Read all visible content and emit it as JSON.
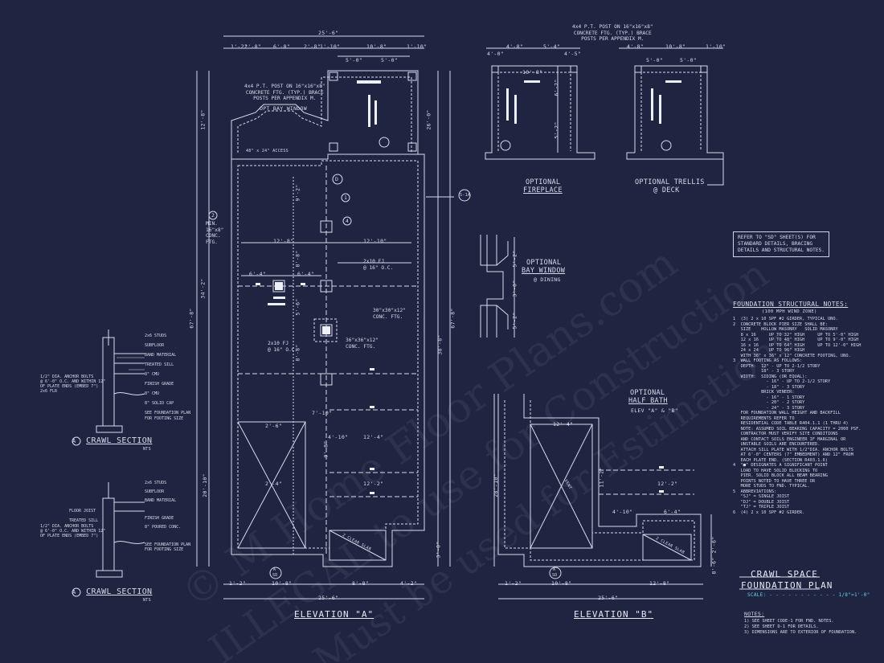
{
  "watermark": {
    "line1": "© M Home Floor Plans.com",
    "line2": "ILLEGAL to use for Construction",
    "line3": "Must be used for Estimations"
  },
  "views": {
    "elevation_a": "ELEVATION \"A\"",
    "elevation_b": "ELEVATION \"B\"",
    "optional_fireplace": [
      "OPTIONAL",
      "FIREPLACE"
    ],
    "optional_trellis": [
      "OPTIONAL TRELLIS",
      "@ DECK"
    ],
    "optional_bay": [
      "OPTIONAL",
      "BAY WINDOW",
      "@ DINING"
    ],
    "optional_half_bath": [
      "OPTIONAL",
      "HALF BATH",
      "ELEV \"A\" & \"B\""
    ],
    "opt_bay_window": "OPT BAY WINDOW"
  },
  "crawl_sections": [
    {
      "title": "CRAWL SECTION",
      "tag": "A",
      "nts": "NTS",
      "labels": [
        "2x6 STUDS",
        "SUBFLOOR",
        "BAND MATERIAL",
        "TREATED SILL",
        "8\" CMU",
        "FINISH GRADE",
        "8\" CMU",
        "8\" SOLID CAP",
        "SEE FOUNDATION PLAN",
        "FOR FOOTING SIZE",
        "1/2\" DIA. ANCHOR BOLTS",
        "@ 6'-0\" O.C. AND WITHIN 12\"",
        "OF PLATE ENDS (EMBED 7\")",
        "2x6 FLR"
      ]
    },
    {
      "title": "CRAWL SECTION",
      "tag": "A",
      "nts": "NTS",
      "labels": [
        "2x6 STUDS",
        "SUBFLOOR",
        "FLOOR JOIST",
        "BAND MATERIAL",
        "TREATED SILL",
        "FINISH GRADE",
        "8\" POURED CONC.",
        "SEE FOUNDATION PLAN",
        "FOR FOOTING SIZE",
        "1/2\" DIA. ANCHOR BOLTS",
        "@ 6'-0\" O.C. AND WITHIN 12\"",
        "OF PLATE ENDS (EMBED 7\")"
      ]
    }
  ],
  "dimensions": {
    "top_overall": "25'-6\"",
    "top_segments": [
      "1'-2\"",
      "2'-8\"",
      "6'-8\"",
      "2'-8\"",
      "1'-10\"",
      "10'-8\"",
      "1'-10\""
    ],
    "porch_segments": [
      "5'-0\"",
      "5'-0\""
    ],
    "left_overall": "67'-8\"",
    "left_segments": [
      "12'-8\"",
      "34'-2\"",
      "20'-10\""
    ],
    "right_overall": "67'-8\"",
    "right_segments": [
      "26'-0\"",
      "38'-8\"",
      "3'-0\""
    ],
    "interior": [
      "12'-8\"",
      "12'-10\"",
      "6'-4\"",
      "6'-4\"",
      "8'-8\"",
      "8'-8\"",
      "5'-6\"",
      "9'-2\"",
      "9'-8\"",
      "2'-4\"",
      "12'-4\"",
      "12'-2\"",
      "4'-10\"",
      "2'-6\"",
      "7'-10\""
    ],
    "bottom_segments_a": [
      "1'-2\"",
      "10'-8\"",
      "8'-8\"",
      "4'-2\""
    ],
    "bottom_overall_a": "25'-6\"",
    "bottom_segments_b": [
      "1'-2\"",
      "10'-8\"",
      "12'-8\""
    ],
    "bottom_overall_b": "25'-6\"",
    "fireplace": [
      "4'-8\"",
      "5'-4\"",
      "4'-0\"",
      "4'-5\"",
      "10'-8\"",
      "6'-2\"",
      "5'-2\""
    ],
    "trellis": [
      "4'-8\"",
      "10'-8\"",
      "1'-10\"",
      "5'-0\"",
      "5'-0\""
    ],
    "bay": [
      "5'-2\"",
      "3'-0\"",
      "5'-2\""
    ],
    "half_bath": [
      "12'-4\"",
      "4'-10\"",
      "6'-4\"",
      "12'-2\"",
      "2'-6\"",
      "8'-6\"",
      "28'-10\"",
      "11'-2\""
    ]
  },
  "plan_notes": {
    "post_note": [
      "4x4 P.T. POST ON 16\"x16\"x8\"",
      "CONCRETE FTG. (TYP.) BRACE",
      "POSTS PER APPENDIX M."
    ],
    "post_note_b": [
      "4x4 P.T. POST ON 16\"x16\"x8\"",
      "CONCRETE FTG. (TYP.) BRACE",
      "POSTS PER APPENDIX M."
    ],
    "min_ftg": [
      "MIN.",
      "16\"x8\"",
      "CONC.",
      "FTG."
    ],
    "access": "48\" x 24\" ACCESS",
    "pier_1": [
      "36\"x36\"x12\"",
      "CONC. FTG."
    ],
    "pier_2": [
      "30\"x30\"x12\"",
      "CONC. FTG."
    ],
    "joist_1": [
      "2x10 FJ",
      "@ 16\" O.C."
    ],
    "joist_2": [
      "2x10 FJ",
      "@ 16\" O.C."
    ],
    "clear_slab": "2 CLEAR SLAB",
    "clear_slab_b": "2 CLEAR SLAB",
    "vent": "VENT"
  },
  "callouts": {
    "circle_1": "1",
    "circle_4": "4",
    "circle_2": "2",
    "section_a": "A",
    "section_sd": "SD",
    "detail_letter": "D",
    "detail_ref": "S-1A"
  },
  "refer_box": [
    "REFER TO \"SD\" SHEET(S) FOR",
    "STANDARD DETAILS, BRACING",
    "DETAILS AND STRUCTURAL NOTES."
  ],
  "foundation_notes": {
    "title": "FOUNDATION STRUCTURAL NOTES:",
    "subtitle": "(100 MPH WIND ZONE)",
    "lines": [
      "1  (3) 2 x 10 SPF #2 GIRDER, TYPICAL UNO.",
      "2  CONCRETE BLOCK PIER SIZE SHALL BE:",
      "   SIZE    HOLLOW MASONRY   SOLID MASONRY",
      "   8 x 16     UP TO 32\" HIGH     UP TO 5'-0\" HIGH",
      "   12 x 16    UP TO 48\" HIGH     UP TO 9'-0\" HIGH",
      "   16 x 16    UP TO 64\" HIGH     UP TO 12'-0\" HIGH",
      "   24 x 24    UP TO 96\" HIGH",
      "   WITH 36\" x 36\" x 12\" CONCRETE FOOTING, UNO.",
      "3  WALL FOOTING AS FOLLOWS:",
      "",
      "   DEPTH:  12\" - UP TO 2-1/2 STORY",
      "           18\" - 3 STORY",
      "",
      "   WIDTH:  SIDING (OR EQUAL):",
      "             - 16\" - UP TO 2-1/2 STORY",
      "             - 18\" - 3 STORY",
      "           BRICK VENEER:",
      "             - 16\" - 1 STORY",
      "             - 20\" - 2 STORY",
      "             - 24\" - 3 STORY",
      "",
      "   FOR FOUNDATION WALL HEIGHT AND BACKFILL",
      "   REQUIREMENTS REFER TO",
      "   RESIDENTIAL CODE TABLE R404.1.1 (1 THRU 4)",
      "   NOTE: ASSUMED SOIL BEARING CAPACITY = 2000 PSF.",
      "   CONTRACTOR MUST VERIFY SITE CONDITIONS",
      "   AND CONTACT SOILS ENGINEER IF MARGINAL OR",
      "   UNSTABLE SOILS ARE ENCOUNTERED.",
      "",
      "   ATTACH SILL PLATE WITH 1/2\"DIA. ANCHOR BOLTS",
      "   AT 6'-0\" CENTERS (7\" EMBEDMENT) AND 12\" FROM",
      "   EACH PLATE END. (SECTION R403.1.6)",
      "",
      "4  \"■\" DESIGNATES A SIGNIFICANT POINT",
      "   LOAD TO HAVE SOLID BLOCKING TO",
      "   PIER. SOLID BLOCK ALL BEAM BEARING",
      "   POINTS NOTED TO HAVE THREE OR",
      "   MORE STUDS TO FND. TYPICAL.",
      "",
      "5  ABBREVIATIONS:",
      "",
      "   \"SJ\" = SINGLE JOIST",
      "   \"DJ\" = DOUBLE JOIST",
      "   \"TJ\" = TRIPLE JOIST",
      "",
      "6  (4) 2 x 10 SPF #2 GIRDER."
    ]
  },
  "title_block": {
    "title_line1": "CRAWL SPACE",
    "title_line2": "FOUNDATION PLAN",
    "scale_label": "SCALE:",
    "scale_value": "1/8\"=1'-0\""
  },
  "notes": {
    "heading": "NOTES:",
    "items": [
      "1) SEE SHEET CODE-1 FOR FND. NOTES.",
      "2) SEE SHEET D-1 FOR DETAILS.",
      "3) DIMENSIONS ARE TO EXTERIOR OF FOUNDATION."
    ]
  },
  "colors": {
    "background": "#1f2440",
    "linework": "#d7dbec",
    "accent": "#5fd6f0"
  }
}
